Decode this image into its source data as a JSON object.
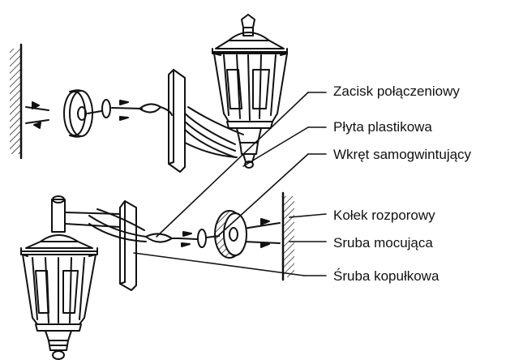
{
  "labels": {
    "zacisk": "Zacisk połączeniowy",
    "plyta": "Płyta plastikowa",
    "wkret": "Wkręt samogwintujący",
    "kolek": "Kołek rozporowy",
    "sruba_mocujaca": "Sruba mocująca",
    "sruba_kopulkowa": "Śruba kopułkowa"
  },
  "colors": {
    "ink": "#111111",
    "background": "#ffffff"
  }
}
